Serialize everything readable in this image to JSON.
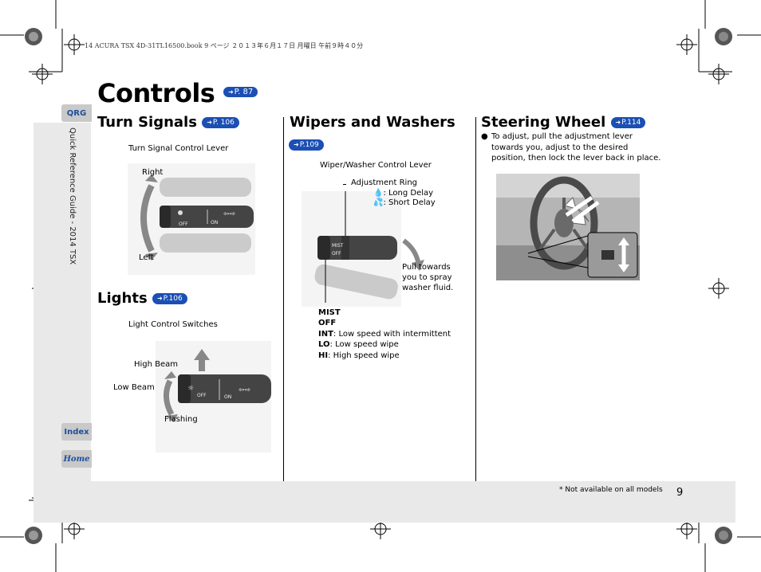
{
  "header_line": "14 ACURA TSX 4D-31TL16500.book  9 ページ  ２０１３年６月１７日  月曜日  午前９時４０分",
  "side": {
    "vertical_label": "Quick Reference Guide - 2014 TSX",
    "tabs": [
      "QRG",
      "Index",
      "Home"
    ]
  },
  "title": {
    "text": "Controls",
    "ref": "P. 87"
  },
  "turn_signals": {
    "heading": "Turn Signals",
    "ref": "P. 106",
    "caption": "Turn Signal Control Lever",
    "label_right": "Right",
    "label_left": "Left"
  },
  "lights": {
    "heading": "Lights",
    "ref": "P.106",
    "caption": "Light Control Switches",
    "high_beam": "High Beam",
    "low_beam": "Low Beam",
    "flashing": "Flashing"
  },
  "wipers": {
    "heading": "Wipers and Washers",
    "ref": "P.109",
    "caption": "Wiper/Washer Control Lever",
    "adjustment_ring": "Adjustment Ring",
    "long_delay": ": Long Delay",
    "short_delay": ": Short Delay",
    "pull_line1": "Pull towards",
    "pull_line2": "you to spray",
    "pull_line3": "washer fluid.",
    "mist": "MIST",
    "off": "OFF",
    "int_key": "INT",
    "int_text": ": Low speed with intermittent",
    "lo_key": "LO",
    "lo_text": ": Low speed wipe",
    "hi_key": "HI",
    "hi_text": ": High speed wipe"
  },
  "steering": {
    "heading": "Steering Wheel",
    "ref": "P.114",
    "bullet_line1": "To adjust, pull the adjustment lever",
    "bullet_line2": "towards you, adjust to the desired",
    "bullet_line3": "position, then lock the lever back in place."
  },
  "footer": {
    "note": "* Not available on all models",
    "page_number": "9"
  },
  "colors": {
    "ref_blue": "#1b4fb4",
    "tab_text": "#1c4f9c",
    "band_gray": "#e9e9e9",
    "tab_gray": "#c9c9c9"
  }
}
